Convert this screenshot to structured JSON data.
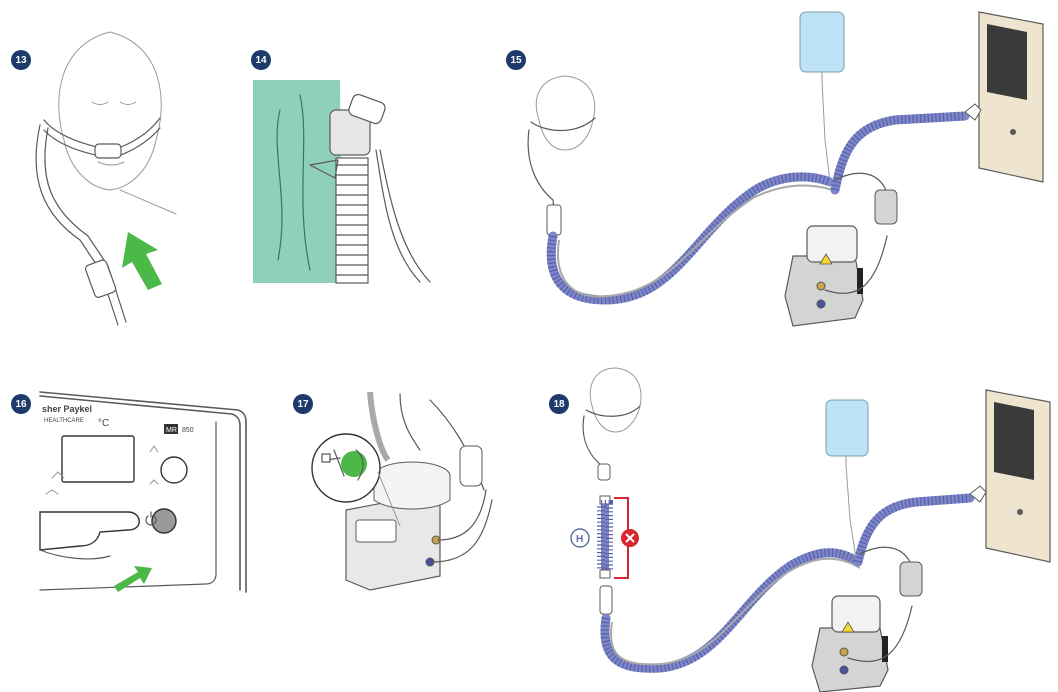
{
  "steps": [
    {
      "number": "13"
    },
    {
      "number": "14"
    },
    {
      "number": "15"
    },
    {
      "number": "16"
    },
    {
      "number": "17"
    },
    {
      "number": "18"
    }
  ],
  "device_panel": {
    "brand_line1": "sher Paykel",
    "brand_line2": "HEALTHCARE",
    "temp_unit": "°C",
    "model_prefix": "MR",
    "model_number": "850"
  },
  "callout_h_label": "H",
  "colors": {
    "badge": "#1e3a6b",
    "arrow_green": "#4cb848",
    "tube_blue": "#7d86c9",
    "water_blue": "#bfe3f6",
    "panel_teal": "#8fd0bd",
    "warning_red": "#d7262f",
    "callout_h": "#5a6fa0",
    "monitor_beige": "#efe4cf"
  },
  "icons": [
    "face-icon",
    "arrow-up-icon",
    "arrow-right-icon",
    "warning-triangle-icon",
    "power-icon",
    "x-mark-icon"
  ]
}
